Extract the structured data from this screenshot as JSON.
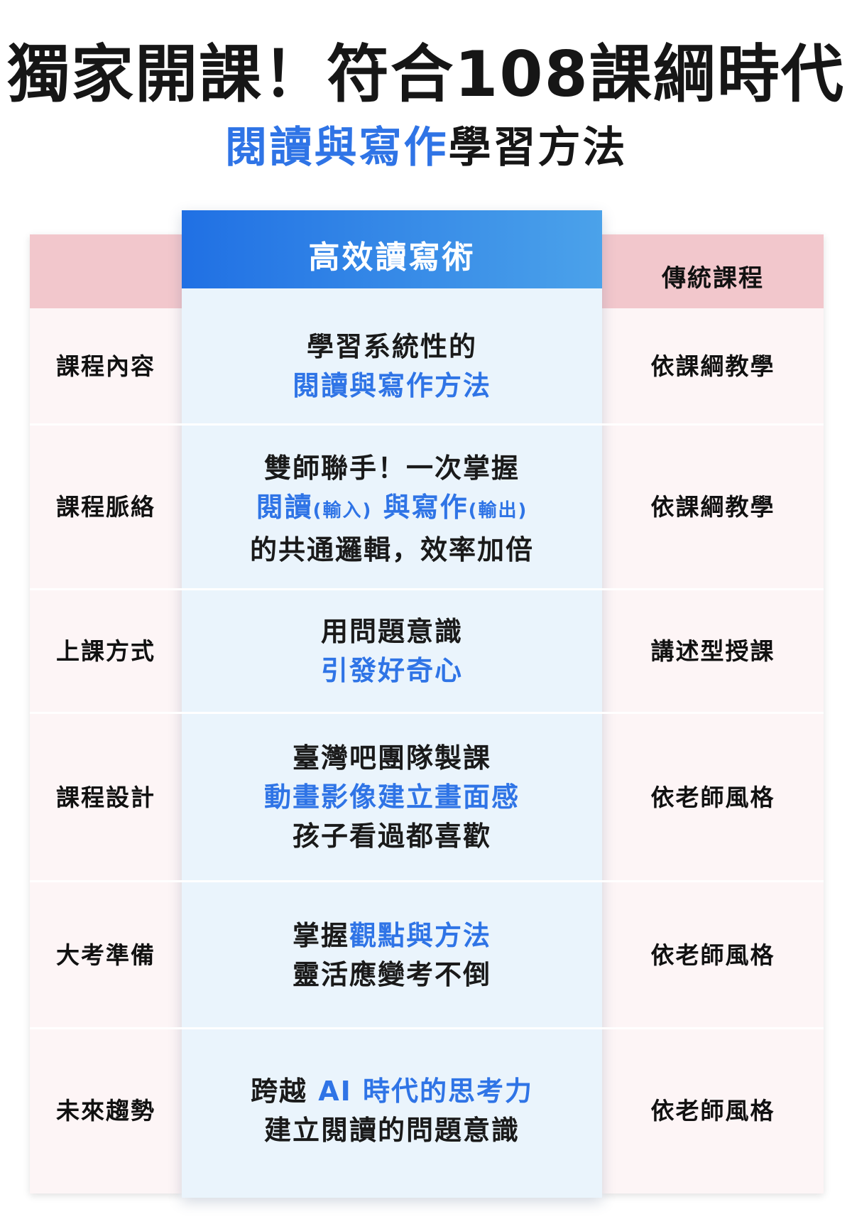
{
  "title": "獨家開課！符合108課綱時代",
  "subtitle": {
    "blue": "閱讀與寫作",
    "dark": "學習方法"
  },
  "columns": {
    "featured": "高效讀寫術",
    "traditional": "傳統課程"
  },
  "colors": {
    "accent_blue": "#2f74e6",
    "header_pink": "#f2c7cc",
    "center_bg": "#eaf4fc"
  },
  "rows": [
    {
      "label": "課程內容",
      "traditional": "依課綱教學",
      "lines": [
        [
          {
            "t": "學習系統性的",
            "c": "dark"
          }
        ],
        [
          {
            "t": "閱讀與寫作方法",
            "c": "blue"
          }
        ]
      ]
    },
    {
      "label": "課程脈絡",
      "traditional": "依課綱教學",
      "lines": [
        [
          {
            "t": "雙師聯手！一次掌握",
            "c": "dark"
          }
        ],
        [
          {
            "t": "閱讀",
            "c": "blue"
          },
          {
            "t": "(輸入)",
            "c": "blue",
            "s": "small"
          },
          {
            "t": " 與",
            "c": "blue"
          },
          {
            "t": "寫作",
            "c": "blue"
          },
          {
            "t": "(輸出)",
            "c": "blue",
            "s": "small"
          }
        ],
        [
          {
            "t": "的共通邏輯，效率加倍",
            "c": "dark"
          }
        ]
      ]
    },
    {
      "label": "上課方式",
      "traditional": "講述型授課",
      "lines": [
        [
          {
            "t": "用問題意識",
            "c": "dark"
          }
        ],
        [
          {
            "t": "引發好奇心",
            "c": "blue"
          }
        ]
      ]
    },
    {
      "label": "課程設計",
      "traditional": "依老師風格",
      "lines": [
        [
          {
            "t": "臺灣吧團隊製課",
            "c": "dark"
          }
        ],
        [
          {
            "t": "動畫影像建立畫面感",
            "c": "blue"
          }
        ],
        [
          {
            "t": "孩子看過都喜歡",
            "c": "dark"
          }
        ]
      ]
    },
    {
      "label": "大考準備",
      "traditional": "依老師風格",
      "lines": [
        [
          {
            "t": "掌握",
            "c": "dark"
          },
          {
            "t": "觀點與方法",
            "c": "blue"
          }
        ],
        [
          {
            "t": "靈活應變考不倒",
            "c": "dark"
          }
        ]
      ]
    },
    {
      "label": "未來趨勢",
      "traditional": "依老師風格",
      "lines": [
        [
          {
            "t": "跨越 ",
            "c": "dark"
          },
          {
            "t": "AI 時代的思考力",
            "c": "blue"
          }
        ],
        [
          {
            "t": "建立閱讀的問題意識",
            "c": "dark"
          }
        ]
      ]
    }
  ]
}
